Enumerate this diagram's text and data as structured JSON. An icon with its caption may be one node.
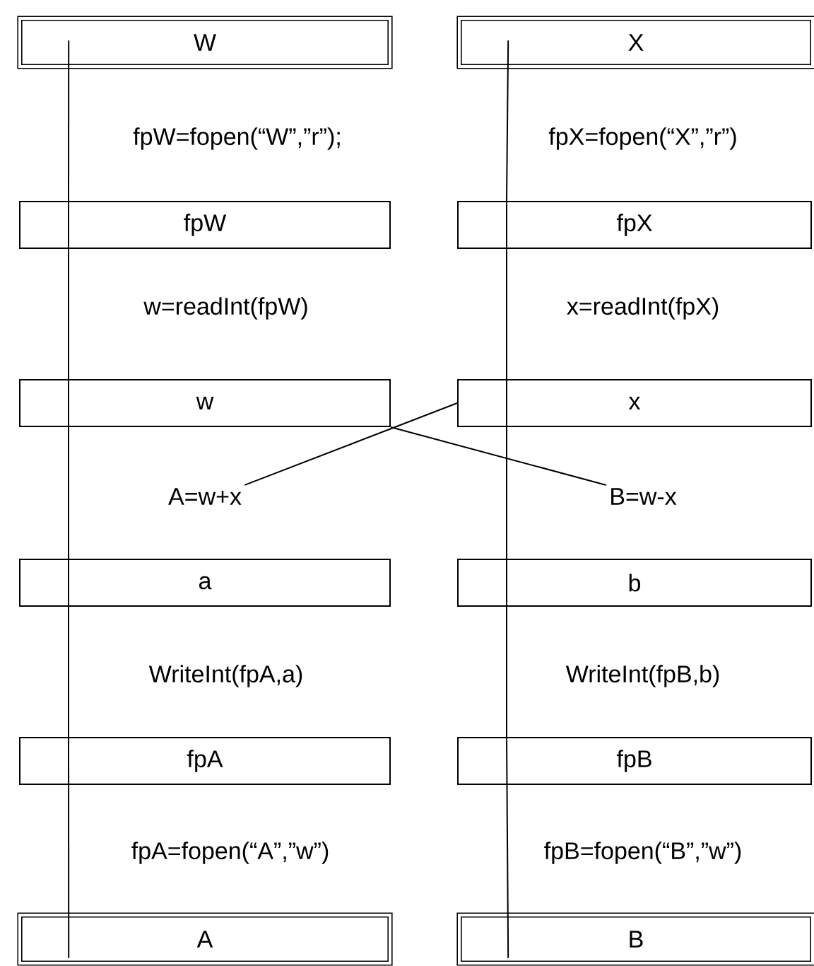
{
  "diagram": {
    "nodes": [
      {
        "text": [
          "W"
        ]
      },
      {
        "text": [
          "X"
        ]
      },
      {
        "text": [
          "fpW=fopen(“W”,”r”);"
        ]
      },
      {
        "text": [
          "fpX=fopen(“X”,”r”)"
        ]
      },
      {
        "text": [
          "fpW"
        ]
      },
      {
        "text": [
          "fpX"
        ]
      },
      {
        "text": [
          "w=readInt(fpW)"
        ]
      },
      {
        "text": [
          "x=readInt(fpX)"
        ]
      },
      {
        "text": [
          "w"
        ]
      },
      {
        "text": [
          "x"
        ]
      },
      {
        "text": [
          "A=w+x"
        ]
      },
      {
        "text": [
          "B=w-x"
        ]
      },
      {
        "text": [
          "a"
        ]
      },
      {
        "text": [
          "b"
        ]
      },
      {
        "text": [
          "WriteInt(fpA,a)"
        ]
      },
      {
        "text": [
          "WriteInt(fpB,b)"
        ]
      },
      {
        "text": [
          "fpA"
        ]
      },
      {
        "text": [
          "fpB"
        ]
      },
      {
        "text": [
          "fpA=fopen(“A”,”w”)"
        ]
      },
      {
        "text": [
          "fpB=fopen(“B”,”w”)"
        ]
      },
      {
        "text": [
          "A"
        ]
      },
      {
        "text": [
          "B"
        ]
      }
    ],
    "edges": [
      {
        "from": 0,
        "to": 4,
        "arrow": "none"
      },
      {
        "from": 4,
        "to": 8,
        "arrow": "none"
      },
      {
        "from": 8,
        "to": 12,
        "arrow": "none"
      },
      {
        "from": 12,
        "to": 16,
        "arrow": "none"
      },
      {
        "from": 16,
        "to": 20,
        "arrow": "none"
      },
      {
        "from": 1,
        "to": 5,
        "arrow": "none"
      },
      {
        "from": 5,
        "to": 9,
        "arrow": "none"
      },
      {
        "from": 9,
        "to": 13,
        "arrow": "none"
      },
      {
        "from": 13,
        "to": 17,
        "arrow": "none"
      },
      {
        "from": 17,
        "to": 21,
        "arrow": "none"
      },
      {
        "from": 8,
        "to": 11,
        "arrow": "none"
      },
      {
        "from": 9,
        "to": 10,
        "arrow": "none"
      }
    ]
  }
}
